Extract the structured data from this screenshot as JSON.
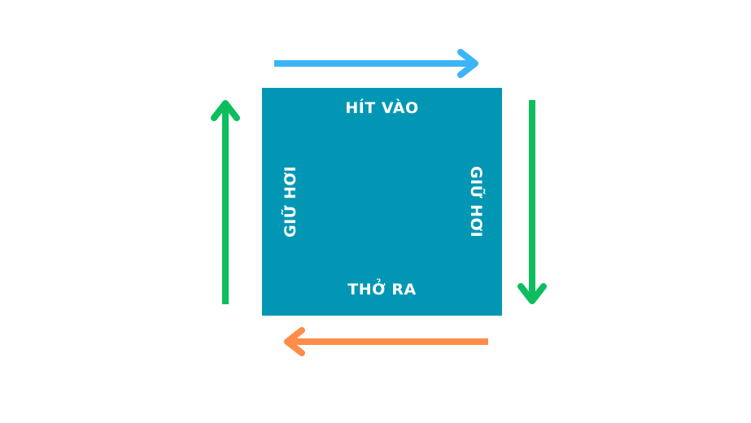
{
  "diagram": {
    "title": "Box breathing",
    "square_color": "#0096B4",
    "labels": {
      "top": "HÍT VÀO",
      "right": "GIỮ HƠI",
      "bottom": "THỞ RA",
      "left": "GIỮ HƠI"
    },
    "arrows": [
      {
        "side": "top",
        "direction": "right",
        "color": "#3BB5F5"
      },
      {
        "side": "right",
        "direction": "down",
        "color": "#0CBE5E"
      },
      {
        "side": "bottom",
        "direction": "left",
        "color": "#FF8C48"
      },
      {
        "side": "left",
        "direction": "up",
        "color": "#0CBE5E"
      }
    ]
  }
}
